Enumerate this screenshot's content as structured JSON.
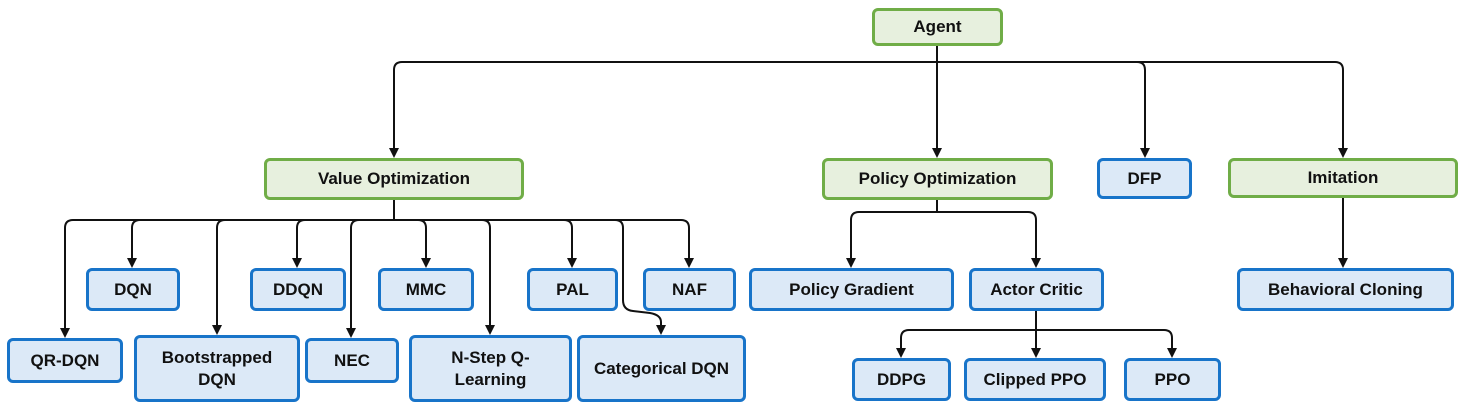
{
  "diagram": {
    "type": "hierarchy-tree",
    "nodes": {
      "agent": {
        "label": "Agent",
        "style": "green"
      },
      "value_optimization": {
        "label": "Value Optimization",
        "style": "green"
      },
      "policy_optimization": {
        "label": "Policy Optimization",
        "style": "green"
      },
      "dfp": {
        "label": "DFP",
        "style": "blue"
      },
      "imitation": {
        "label": "Imitation",
        "style": "green"
      },
      "dqn": {
        "label": "DQN",
        "style": "blue"
      },
      "ddqn": {
        "label": "DDQN",
        "style": "blue"
      },
      "mmc": {
        "label": "MMC",
        "style": "blue"
      },
      "pal": {
        "label": "PAL",
        "style": "blue"
      },
      "naf": {
        "label": "NAF",
        "style": "blue"
      },
      "qr_dqn": {
        "label": "QR-DQN",
        "style": "blue"
      },
      "bootstrapped_dqn": {
        "label": "Bootstrapped DQN",
        "style": "blue"
      },
      "nec": {
        "label": "NEC",
        "style": "blue"
      },
      "nstep_q_learning": {
        "label": "N-Step Q-Learning",
        "style": "blue"
      },
      "categorical_dqn": {
        "label": "Categorical DQN",
        "style": "blue"
      },
      "policy_gradient": {
        "label": "Policy Gradient",
        "style": "blue"
      },
      "actor_critic": {
        "label": "Actor Critic",
        "style": "blue"
      },
      "ddpg": {
        "label": "DDPG",
        "style": "blue"
      },
      "clipped_ppo": {
        "label": "Clipped PPO",
        "style": "blue"
      },
      "ppo": {
        "label": "PPO",
        "style": "blue"
      },
      "behavioral_cloning": {
        "label": "Behavioral Cloning",
        "style": "blue"
      }
    },
    "edges": [
      [
        "agent",
        "value_optimization"
      ],
      [
        "agent",
        "policy_optimization"
      ],
      [
        "agent",
        "dfp"
      ],
      [
        "agent",
        "imitation"
      ],
      [
        "value_optimization",
        "qr_dqn"
      ],
      [
        "value_optimization",
        "dqn"
      ],
      [
        "value_optimization",
        "bootstrapped_dqn"
      ],
      [
        "value_optimization",
        "ddqn"
      ],
      [
        "value_optimization",
        "nec"
      ],
      [
        "value_optimization",
        "mmc"
      ],
      [
        "value_optimization",
        "nstep_q_learning"
      ],
      [
        "value_optimization",
        "pal"
      ],
      [
        "value_optimization",
        "categorical_dqn"
      ],
      [
        "value_optimization",
        "naf"
      ],
      [
        "policy_optimization",
        "policy_gradient"
      ],
      [
        "policy_optimization",
        "actor_critic"
      ],
      [
        "actor_critic",
        "ddpg"
      ],
      [
        "actor_critic",
        "clipped_ppo"
      ],
      [
        "actor_critic",
        "ppo"
      ],
      [
        "imitation",
        "behavioral_cloning"
      ]
    ],
    "colors": {
      "green_border": "#70AD47",
      "green_fill": "#E7F0DE",
      "blue_border": "#1874C9",
      "blue_fill": "#DCE9F7",
      "line": "#111111",
      "text": "#111111"
    }
  }
}
